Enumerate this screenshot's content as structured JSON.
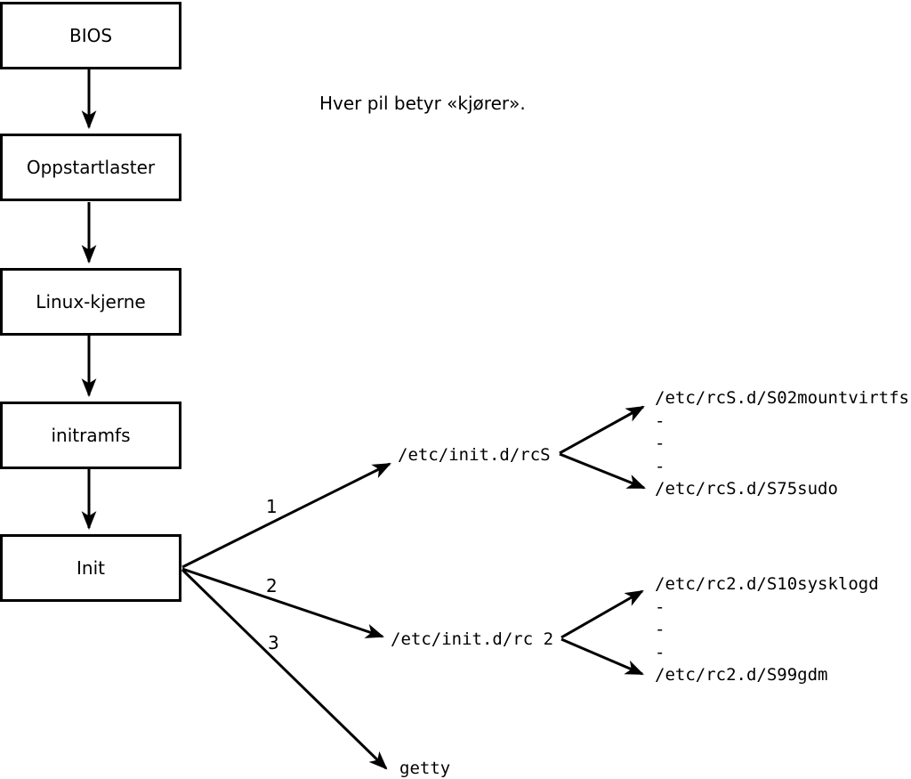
{
  "diagram": {
    "note": "Hver pil betyr «kjører».",
    "boot_chain": [
      {
        "label": "BIOS"
      },
      {
        "label": "Oppstartlaster"
      },
      {
        "label": "Linux-kjerne"
      },
      {
        "label": "initramfs"
      },
      {
        "label": "Init"
      }
    ],
    "branches": [
      {
        "number": "1",
        "target": "/etc/init.d/rcS",
        "children": [
          "/etc/rcS.d/S02mountvirtfs",
          "-",
          "-",
          "-",
          "/etc/rcS.d/S75sudo"
        ]
      },
      {
        "number": "2",
        "target": "/etc/init.d/rc 2",
        "children": [
          "/etc/rc2.d/S10sysklogd",
          "-",
          "-",
          "-",
          "/etc/rc2.d/S99gdm"
        ]
      },
      {
        "number": "3",
        "target": "getty",
        "children": []
      }
    ],
    "colors": {
      "line": "#000000",
      "background": "#ffffff"
    }
  }
}
